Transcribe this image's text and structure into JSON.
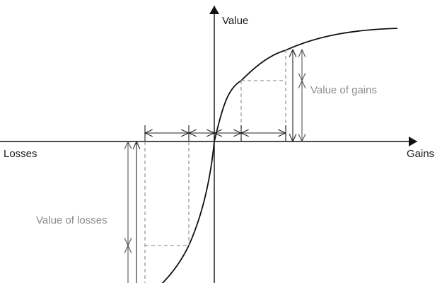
{
  "labels": {
    "y_axis": "Value",
    "x_positive": "Gains",
    "x_negative": "Losses",
    "gains_value": "Value of gains",
    "losses_value": "Value of losses"
  }
}
